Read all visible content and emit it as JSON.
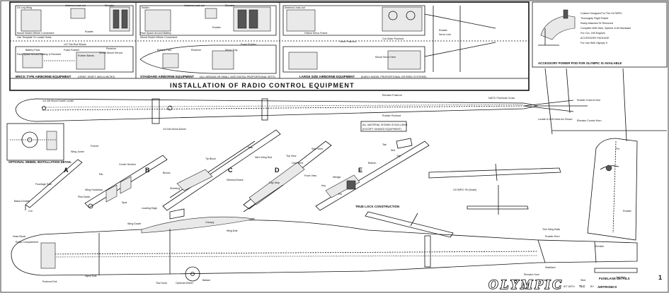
{
  "headings": {
    "brick_type": "BRICK TYPE AIRBORNE EQUIPMENT",
    "brick_type_note": "(ORBIT, KRAFT, MINI & MICRO)",
    "standard": "STANDARD AIRBORNE EQUIPMENT",
    "standard_note": "(ALL MEDIUM OR SMALL SIZE DIGITAL PROPORTIONAL SETS)",
    "large": "LARGE SIZE AIRBORNE EQUIPMENT",
    "large_note": "(EARLY MODEL PROPORTIONAL OR REED SYSTEMS)",
    "installation": "INSTALLATION OF RADIO CONTROL EQUIPMENT",
    "accessory": "ACCESSORY POWER POD FOR OLYMPIC IS AVAILABLE",
    "optional_wheel": "OPTIONAL WHEEL INSTALLATION DETAIL",
    "true_lock": "TRUE LOCK CONSTRUCTION",
    "olympic_3view": "OLYMPIC 99 (Scale)",
    "fuselage_details": "FUSELAGE DETAILS",
    "sheet_number": "1",
    "logo": "OLYMPIC",
    "kit_with": "KIT WITH",
    "tlc": "TLC",
    "by": "BY",
    "brand": "AIRTRONICS"
  },
  "brick_labels": [
    "On Leg Wing",
    "Antenna Lead-out",
    "Elevator",
    "Rudder",
    "Mount Switch Where Convenient",
    "Use Template To Locate Holes",
    "1/4\" Dia Rod Blocks",
    "Battery Pack",
    "Pack Space Around Battery & Receiver",
    "Foam Rubber",
    "Receiver",
    "Rubber Bands",
    "Shock Mount Servos"
  ],
  "standard_labels": [
    "Switch",
    "Antenna Lead-out",
    "Elevator",
    "Rudder",
    "Pack Space Around Battery",
    "Mount Switch Where Convenient",
    "Battery Pack",
    "Receiver",
    "Foam Rubber",
    "Servo Tray"
  ],
  "large_labels": [
    "Antenna Lead-out",
    "Rudder",
    "Servo Link",
    "Hollow Servo Frame",
    "Inner Pushrod",
    "Cut Outer Pushrod",
    "Mount Servo Here"
  ],
  "accessory_notes": [
    "Custom Designed For The OLYMPIC",
    "Thoroughly Flight Tested",
    "Easily Attached Or Removed",
    "Complete With Tank, Spinner & All Hardware",
    "For Cox .049 Engines",
    "ACCESSORY PACKAGE",
    "For Use With Olympic II"
  ],
  "fuselage_top_labels": [
    "Elevator Pushrod",
    "Rudder Pushrod",
    "NATIC Pushrods Cross",
    "Rudder Control Horn",
    "Elevator Control Horn",
    "Locate & Drill Holes As Shown",
    "1/4 Dia Wood Dowel",
    "1/4 3/8 Wood Dowel Locate"
  ],
  "step_letters": [
    "A",
    "B",
    "C",
    "D",
    "E"
  ],
  "step_labels": [
    "Wing Joiner",
    "Former",
    "Fuselage Side",
    "Balsa Doubler",
    "Cut",
    "Rib",
    "Center Section",
    "Wing Holddown",
    "Pilot Notch",
    "Spar",
    "Blocks",
    "Sheeting",
    "Leading Edge",
    "Tip Block",
    "Dihedral Brace",
    "Stab",
    "Wire Wing Rod",
    "Cap Strip",
    "Top View",
    "Side View",
    "Front View",
    "Glue Here",
    "Key",
    "Wedge",
    "Pin",
    "Tab",
    "Slot",
    "Bottom",
    "Top"
  ],
  "side_labels": [
    "Nose Block",
    "Radio Compartment",
    "Tow Hook",
    "Optional Wheel",
    "Wing Dowel",
    "Canopy",
    "Fin",
    "Rudder",
    "Elevator",
    "Stabilizer",
    "Trim Wing Bolts",
    "Tail Skid",
    "Rudder Horn",
    "Elevator Horn",
    "Wing Bolt",
    "Tail Block",
    "Nylon Bolt",
    "Pushrod Exit",
    "Ballast",
    "Skid"
  ],
  "callouts": {
    "all_material": "ALL MATERIAL SHOWN IS INCLUDED",
    "all_material_2": "(EXCEPT SHADED EQUIPMENT)"
  },
  "colors": {
    "ink": "#111111",
    "paper": "#ffffff",
    "shade": "#e9e9e9"
  }
}
